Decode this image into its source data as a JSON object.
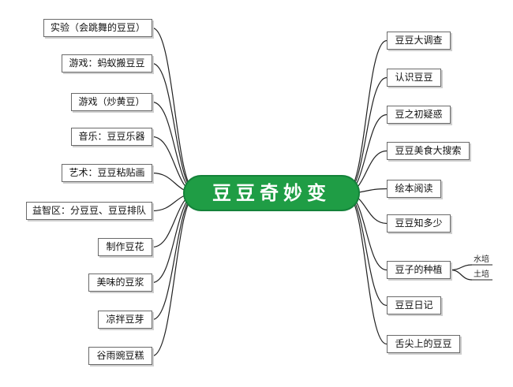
{
  "title": "豆豆奇妙变",
  "colors": {
    "central": "#1f9d45",
    "line": "#222222",
    "border": "#6a6a6a"
  },
  "left_nodes": [
    "实验（会跳舞的豆豆）",
    "游戏：蚂蚁搬豆豆",
    "游戏（炒黄豆）",
    "音乐：豆豆乐器",
    "艺术：豆豆粘贴画",
    "益智区：分豆豆、豆豆排队",
    "制作豆花",
    "美味的豆浆",
    "凉拌豆芽",
    "谷雨豌豆糕"
  ],
  "right_nodes": [
    "豆豆大调查",
    "认识豆豆",
    "豆之初疑惑",
    "豆豆美食大搜索",
    "绘本阅读",
    "豆豆知多少",
    "豆子的种植",
    "豆豆日记",
    "舌尖上的豆豆"
  ],
  "sub_nodes": [
    "水培",
    "土培"
  ]
}
